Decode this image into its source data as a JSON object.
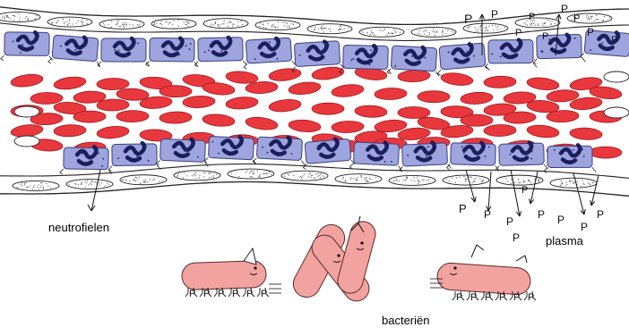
{
  "labels": {
    "neutrophils": "neutrofielen",
    "plasma": "plasma",
    "bacteria": "bacteriën"
  },
  "glyphs": {
    "plasma_marker": "P"
  },
  "colors": {
    "red_blood_cell": "#e8383d",
    "red_blood_cell_outline": "#a3181c",
    "neutrophil_fill": "#9da4de",
    "neutrophil_nucleus": "#1c1f5e",
    "bacterium_fill": "#f2a3a0",
    "vessel_wall": "#222222",
    "endothelial_stipple": "#555555"
  },
  "icons": [
    "blood-vessel",
    "red-blood-cell",
    "neutrophil-icon",
    "bacterium-icon",
    "plasma-marker-icon",
    "arrow-icon"
  ]
}
